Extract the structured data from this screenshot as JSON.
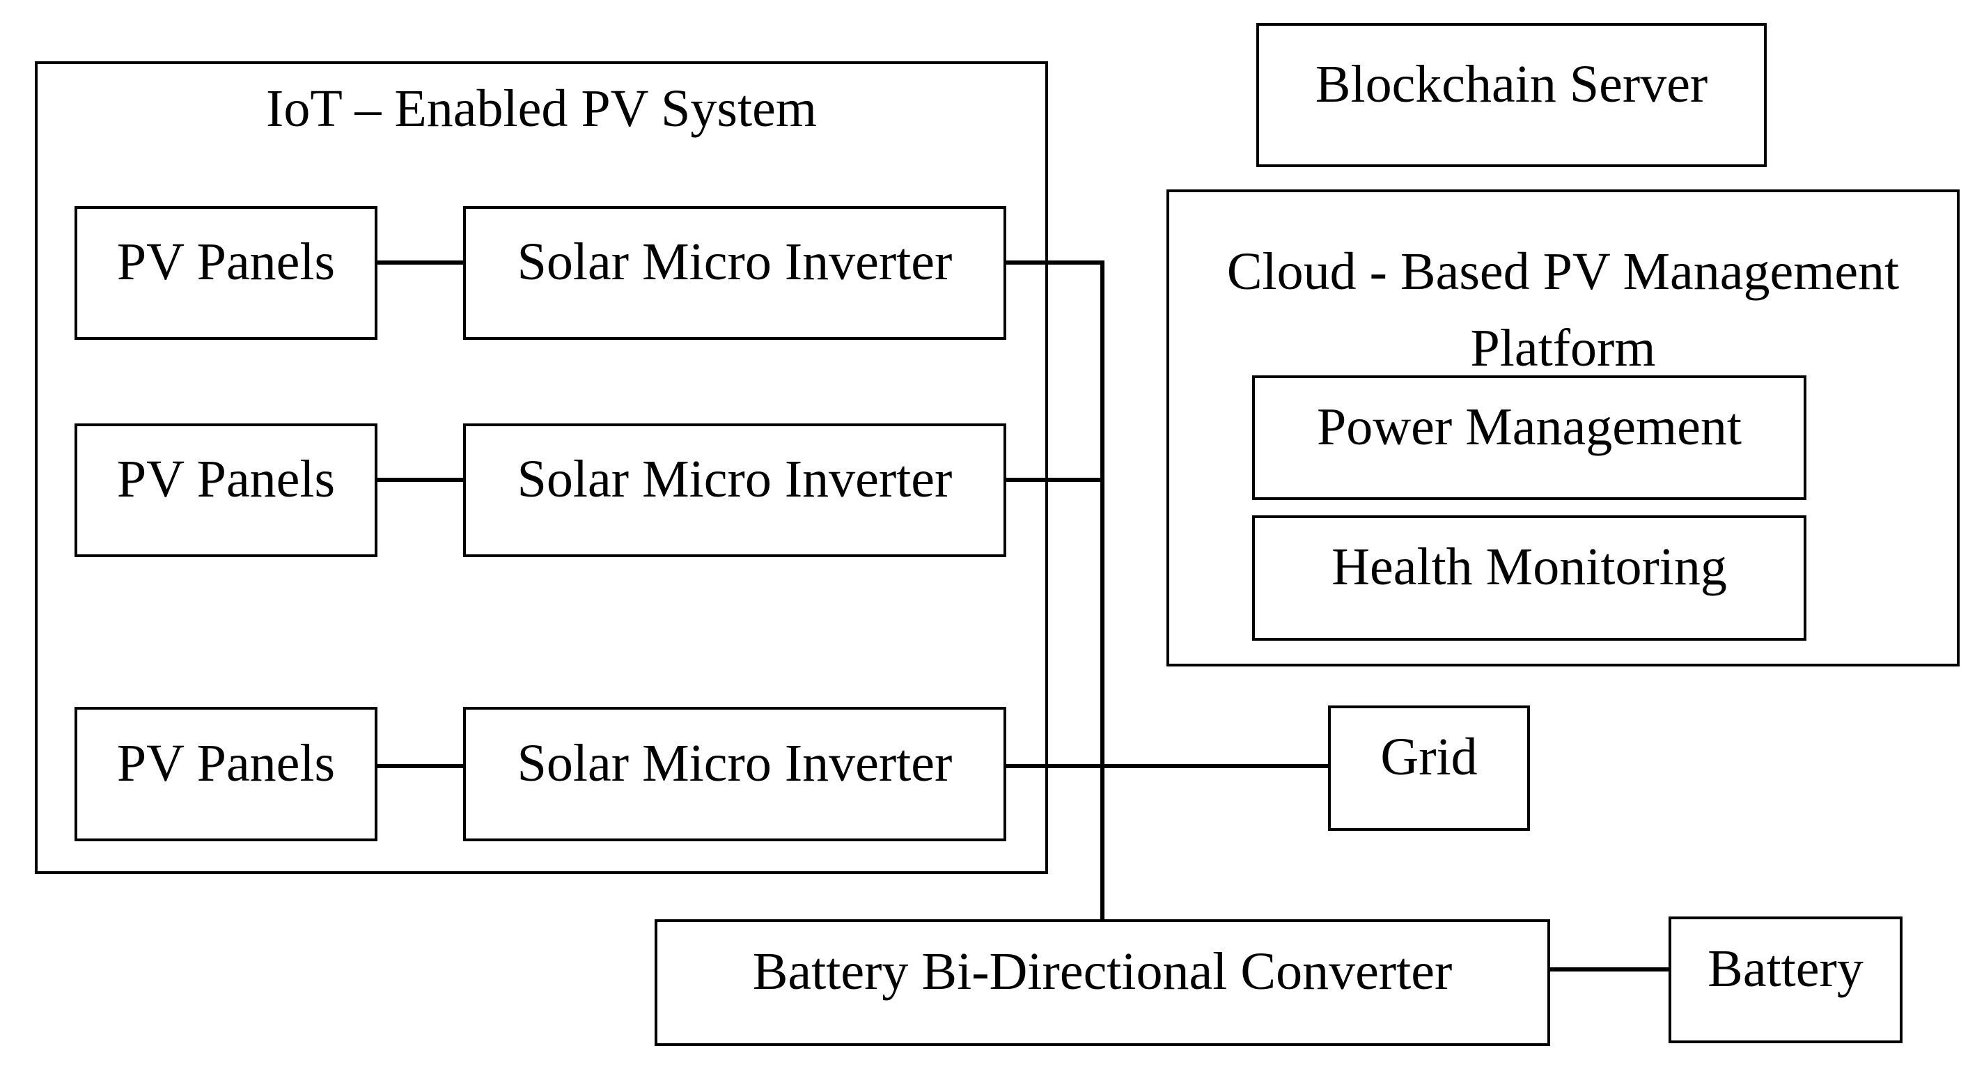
{
  "figure": {
    "background_color": "#ffffff",
    "stroke_color": "#000000",
    "iot_system": {
      "title": "IoT – Enabled PV System",
      "rows": [
        {
          "panel": "PV Panels",
          "inverter": "Solar Micro Inverter"
        },
        {
          "panel": "PV Panels",
          "inverter": "Solar Micro Inverter"
        },
        {
          "panel": "PV Panels",
          "inverter": "Solar Micro Inverter"
        }
      ]
    },
    "blockchain_server": {
      "label": "Blockchain Server"
    },
    "cloud_platform": {
      "title_line1": "Cloud - Based PV Management",
      "title_line2": "Platform",
      "modules": [
        {
          "label": "Power Management"
        },
        {
          "label": "Health Monitoring"
        }
      ]
    },
    "grid": {
      "label": "Grid"
    },
    "battery_converter": {
      "label": "Battery Bi-Directional Converter"
    },
    "battery": {
      "label": "Battery"
    }
  }
}
